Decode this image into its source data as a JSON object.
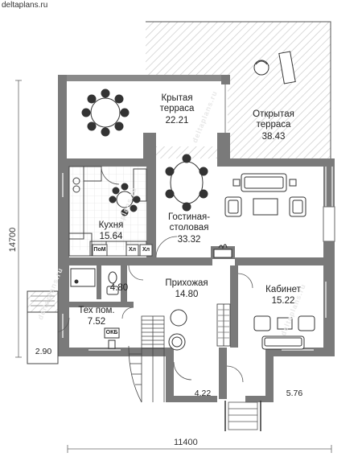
{
  "site_label": "deltaplans.ru",
  "watermark": "deltaplans.ru",
  "dimensions": {
    "width": "11400",
    "height": "14700"
  },
  "rooms": [
    {
      "id": "covered-terrace",
      "name": "Крытая\nтерраса",
      "area": "22.21"
    },
    {
      "id": "open-terrace",
      "name": "Открытая\nтерраса",
      "area": "38.43"
    },
    {
      "id": "kitchen",
      "name": "Кухня",
      "area": "15.64"
    },
    {
      "id": "living-dining",
      "name": "Гостиная-\nстоловая",
      "area": "33.32"
    },
    {
      "id": "hall",
      "name": "Прихожая",
      "area": "14.80"
    },
    {
      "id": "study",
      "name": "Кабинет",
      "area": "15.22"
    },
    {
      "id": "tech-room",
      "name": "Тех пом.",
      "area": "7.52"
    },
    {
      "id": "bathroom",
      "name": "",
      "area": "4.80"
    },
    {
      "id": "storage",
      "name": "",
      "area": "2.90"
    },
    {
      "id": "vestibule",
      "name": "",
      "area": "4.22"
    },
    {
      "id": "wardrobe",
      "name": "",
      "area": "5.76"
    }
  ],
  "fixtures": {
    "dishwasher": "ПоМ",
    "fridge1": "Хл",
    "fridge2": "Хл",
    "boiler": "ОКБ"
  },
  "colors": {
    "wall": "#7a7a7a",
    "line": "#444444",
    "hatch": "#bdbdbd"
  }
}
